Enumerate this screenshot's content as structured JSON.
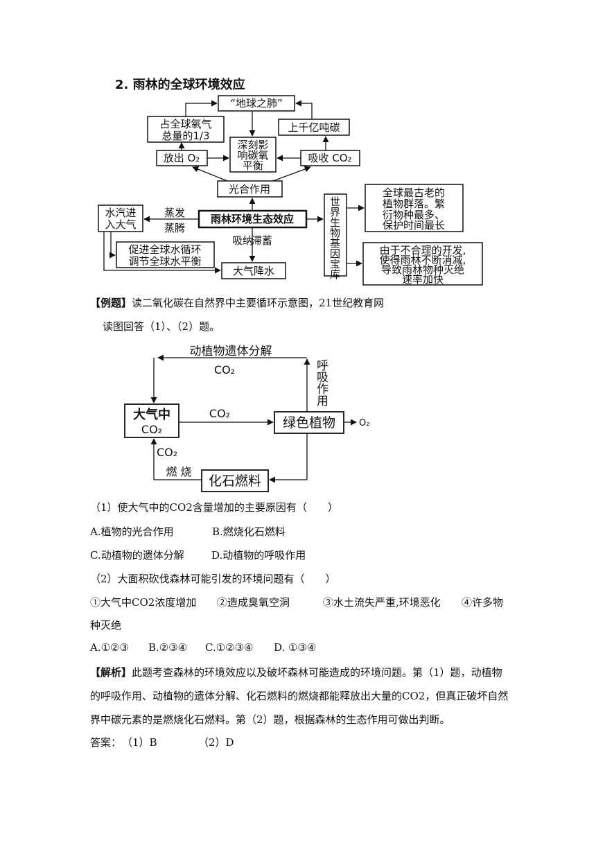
{
  "section_title": "2. 雨林的全球环境效应",
  "diagram1": {
    "lungs": "“地球之肺”",
    "oxygen_share_l1": "占全球氧气",
    "oxygen_share_l2": "总量的1/3",
    "carbon_store": "上千亿吨碳",
    "balance_l1": "深刻影",
    "balance_l2": "响碳氧",
    "balance_l3": "平衡",
    "release_o2": "放出 O₂",
    "absorb_co2": "吸收 CO₂",
    "photosynthesis": "光合作用",
    "core": "雨林环境生态效应",
    "vapor_l1": "水汽进",
    "vapor_l2": "入大气",
    "evaporation": "蒸发",
    "transpiration": "蒸腾",
    "absorb": "吸纳",
    "retain": "滞蓄",
    "water_cycle_l1": "促进全球水循环",
    "water_cycle_l2": "调节全球水平衡",
    "rainfall": "大气降水",
    "gene_bank": "世界生物基因宝库",
    "oldest_l1": "全球最古老的",
    "oldest_l2": "植物群落。繁",
    "oldest_l3": "衍物种最多、",
    "oldest_l4": "保护时间最长",
    "threat_l1": "由于不合理的开发,",
    "threat_l2": "使得雨林不断消减,",
    "threat_l3": "导致雨林物种灭绝",
    "threat_l4": "速率加快"
  },
  "example": {
    "tag": "【例题】",
    "text": "读二氧化碳在自然界中主要循环示意图，21世纪教育网",
    "text2": "读图回答（1）、（2）题。"
  },
  "diagram2": {
    "decompose": "动植物遗体分解",
    "co2_top": "CO₂",
    "respiration": "呼吸作用",
    "atm_l1": "大气中",
    "atm_l2": "CO₂",
    "co2_mid": "CO₂",
    "plants": "绿色植物",
    "o2": "O₂",
    "co2_left": "CO₂",
    "burning": "燃 烧",
    "fossil": "化石燃料"
  },
  "q1": {
    "stem": "（1）使大气中的CO2含量增加的主要原因有（　　）",
    "a": "A.植物的光合作用",
    "b": "B.燃烧化石燃料",
    "c": "C.动植物的遗体分解",
    "d": "D.动植物的呼吸作用"
  },
  "q2": {
    "stem": "（2）大面积砍伐森林可能引发的环境问题有（　　）",
    "o1": "①大气中CO2浓度增加",
    "o2": "②造成臭氧空洞",
    "o3": "③水土流失严重,环境恶化",
    "o4a": "④许多物",
    "o4b": "种灭绝",
    "a": "A.①②③",
    "b": "B.②③④",
    "c": "C.①②③④",
    "d": "D. ①③④"
  },
  "analysis": {
    "tag": "【解析】",
    "l1": "此题考查森林的环境效应以及破坏森林可能造成的环境问题。第（1）题，动植物",
    "l2": "的呼吸作用、动植物的遗体分解、化石燃料的燃烧都能释放出大量的CO2，但真正破坏自然",
    "l3": "界中碳元素的是燃烧化石燃料。第（2）题，根据森林的生态作用可做出判断。"
  },
  "answer": {
    "label": "答案：",
    "a1": "（1）B",
    "a2": "（2）D"
  }
}
